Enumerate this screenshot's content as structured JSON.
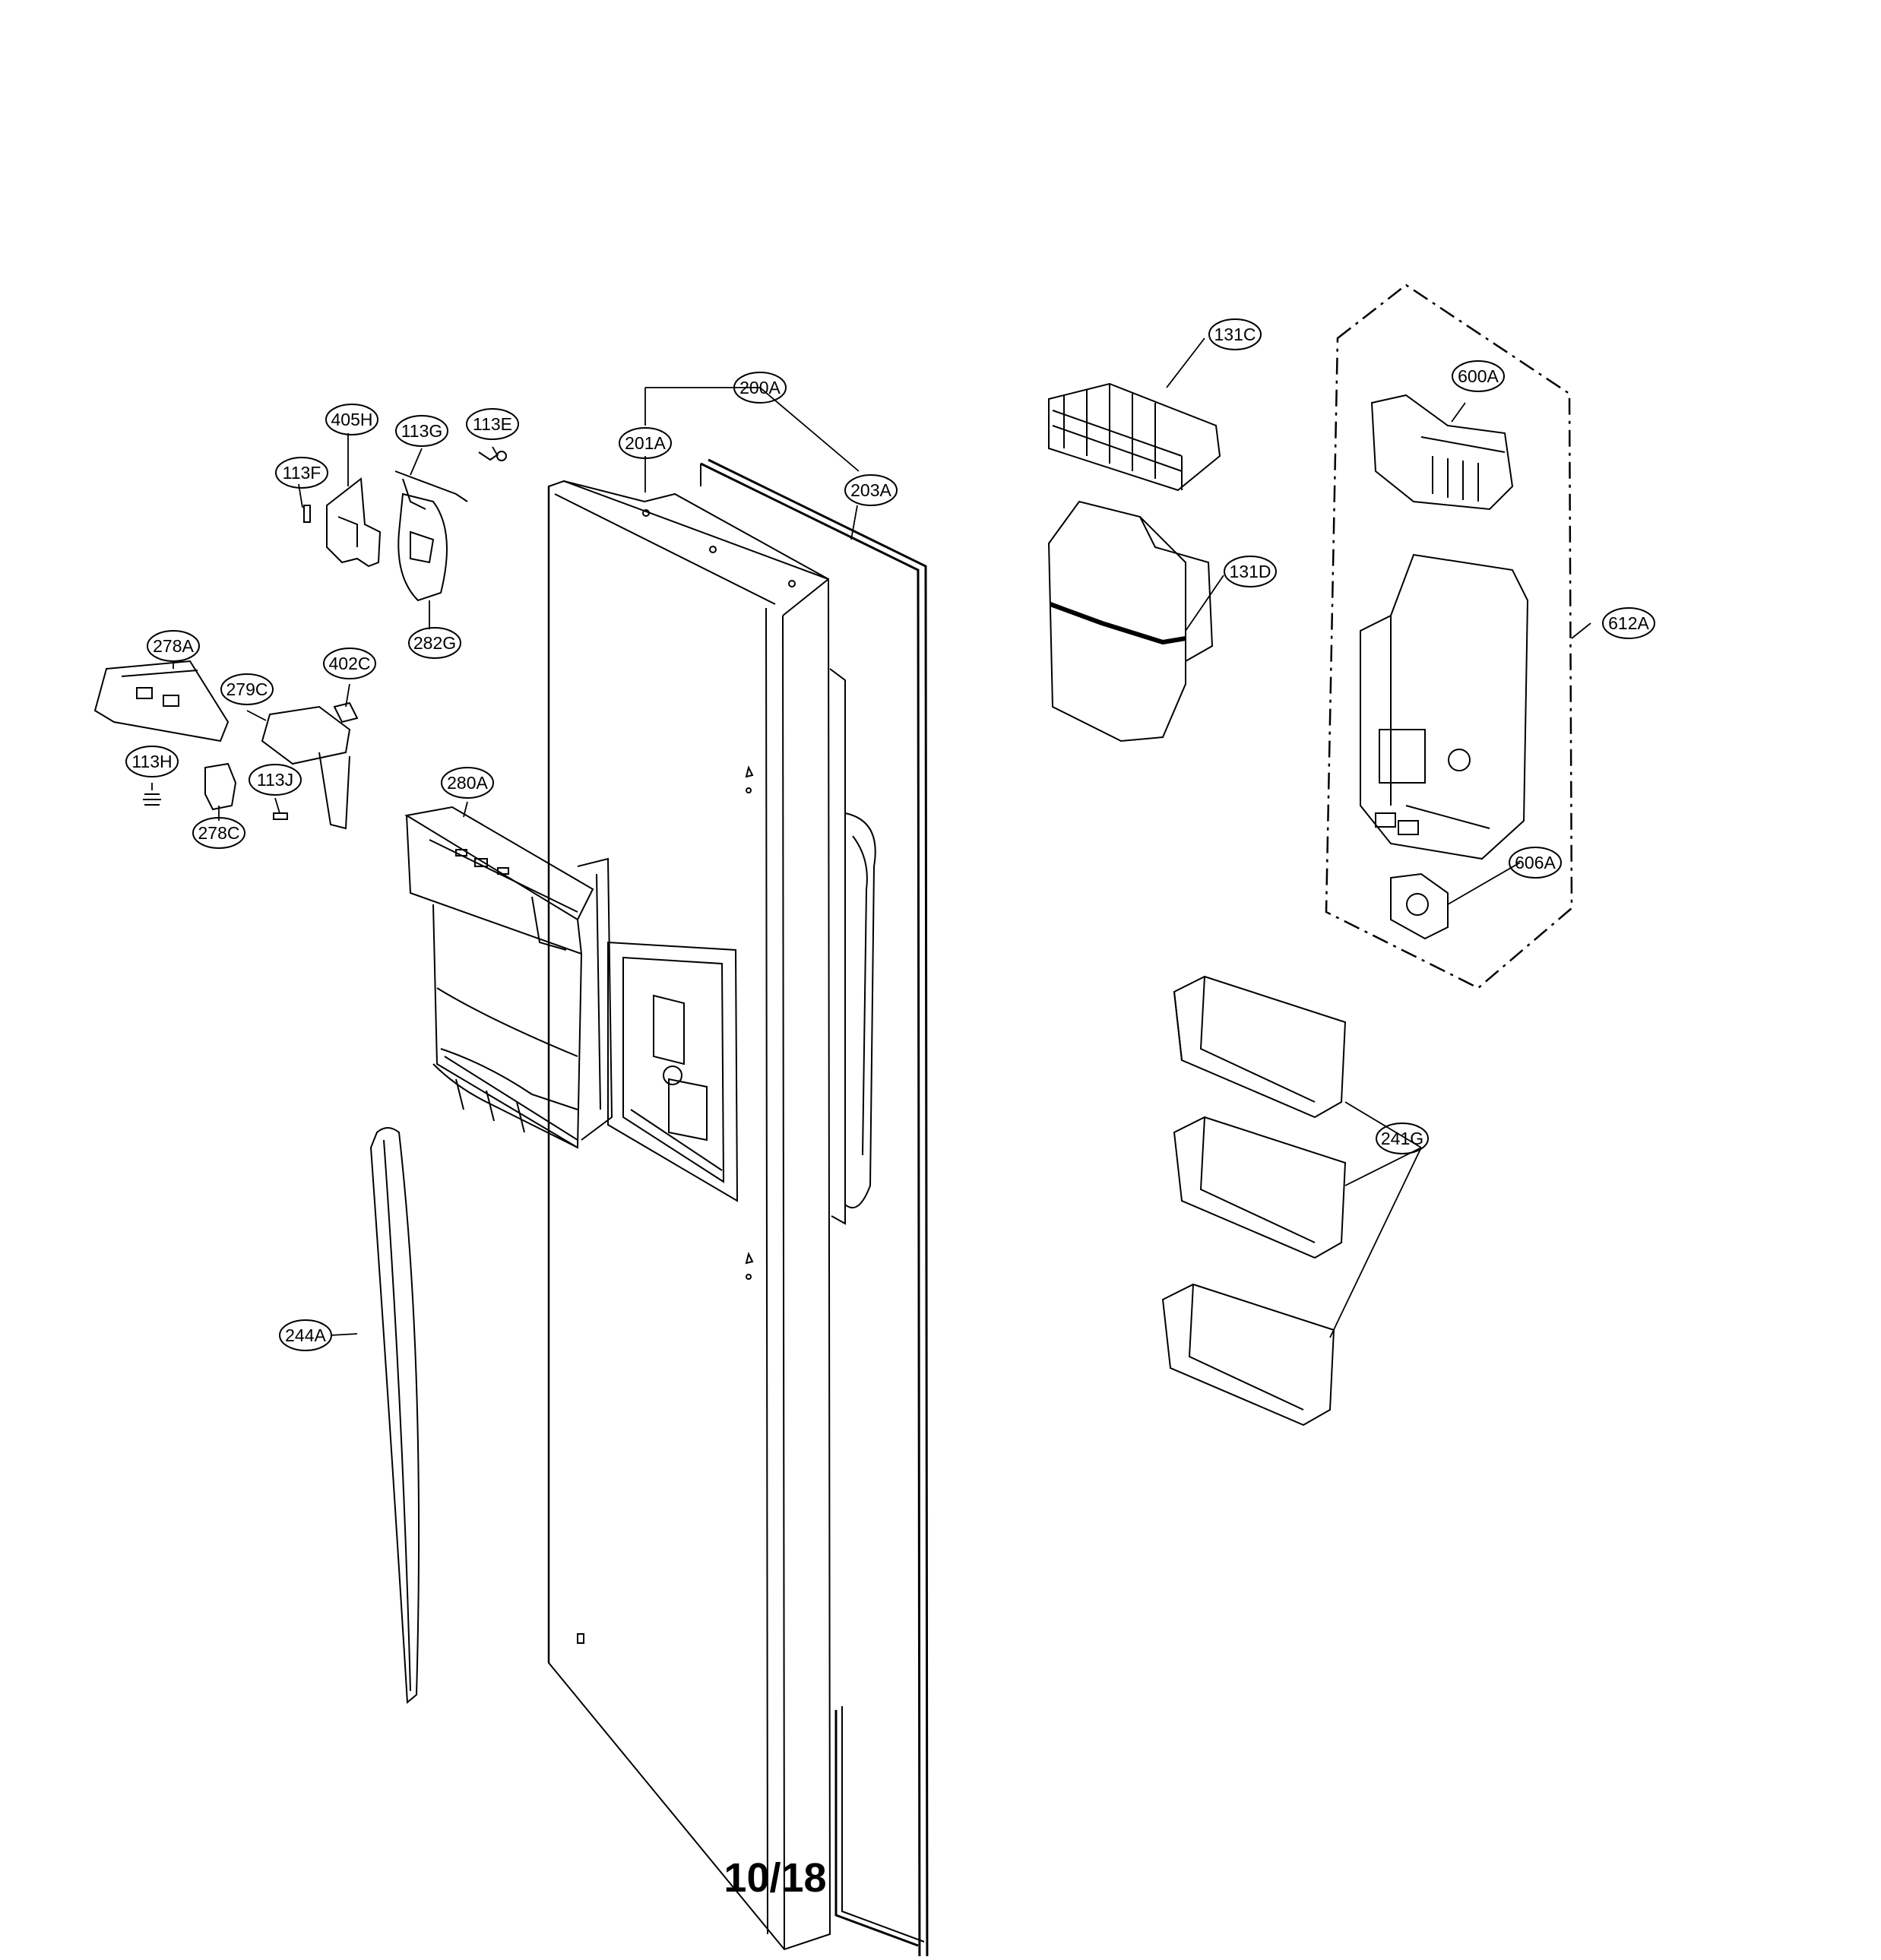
{
  "diagram": {
    "page_number": "10/18",
    "callouts": {
      "c405H": "405H",
      "c113G": "113G",
      "c113E": "113E",
      "c113F": "113F",
      "c282G": "282G",
      "c278A": "278A",
      "c279C": "279C",
      "c402C": "402C",
      "c113H": "113H",
      "c113J": "113J",
      "c278C": "278C",
      "c280A": "280A",
      "c200A": "200A",
      "c201A": "201A",
      "c203A": "203A",
      "c244A": "244A",
      "c131C": "131C",
      "c131D": "131D",
      "c600A": "600A",
      "c612A": "612A",
      "c606A": "606A",
      "c241G": "241G"
    }
  }
}
